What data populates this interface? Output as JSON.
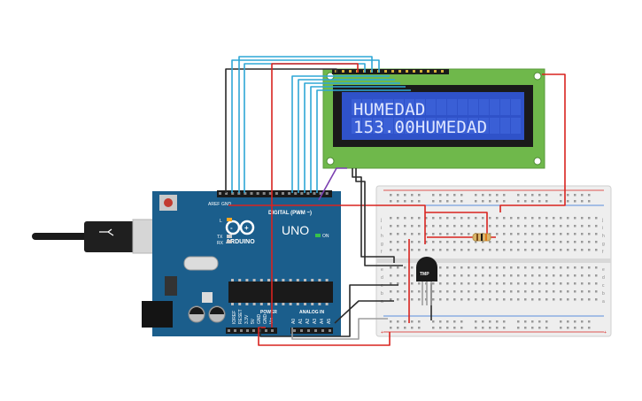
{
  "lcd": {
    "line1": "HUMEDAD",
    "line2": "153.00HUMEDAD"
  },
  "arduino": {
    "logo_text": "ARDUINO",
    "model": "UNO",
    "digital_label": "DIGITAL (PWM ~)",
    "analog_label": "ANALOG IN",
    "power_label": "POWER",
    "on_label": "ON",
    "tx_label": "TX",
    "rx_label": "RX",
    "l_label": "L",
    "aref_label": "AREF",
    "gnd_label": "GND",
    "analog_pins": [
      "A0",
      "A1",
      "A2",
      "A3",
      "A4",
      "A5"
    ],
    "power_pins": [
      "IOREF",
      "RESET",
      "3.3V",
      "5V",
      "GND",
      "GND",
      "Vin"
    ]
  },
  "sensor": {
    "label": "TMP"
  },
  "breadboard": {
    "row_letters_top": [
      "j",
      "i",
      "h",
      "g",
      "f"
    ],
    "row_letters_bottom": [
      "e",
      "d",
      "c",
      "b",
      "a"
    ],
    "plus": "+",
    "minus": "-"
  },
  "colors": {
    "arduino_board": "#1b5e8c",
    "lcd_pcb": "#6fb84b",
    "lcd_screen": "#2f52c9",
    "wire_red": "#d9231f",
    "wire_black": "#2a2a2a",
    "wire_blue": "#2fa7d6",
    "wire_purple": "#7b3fb0",
    "breadboard": "#eeeeee"
  }
}
